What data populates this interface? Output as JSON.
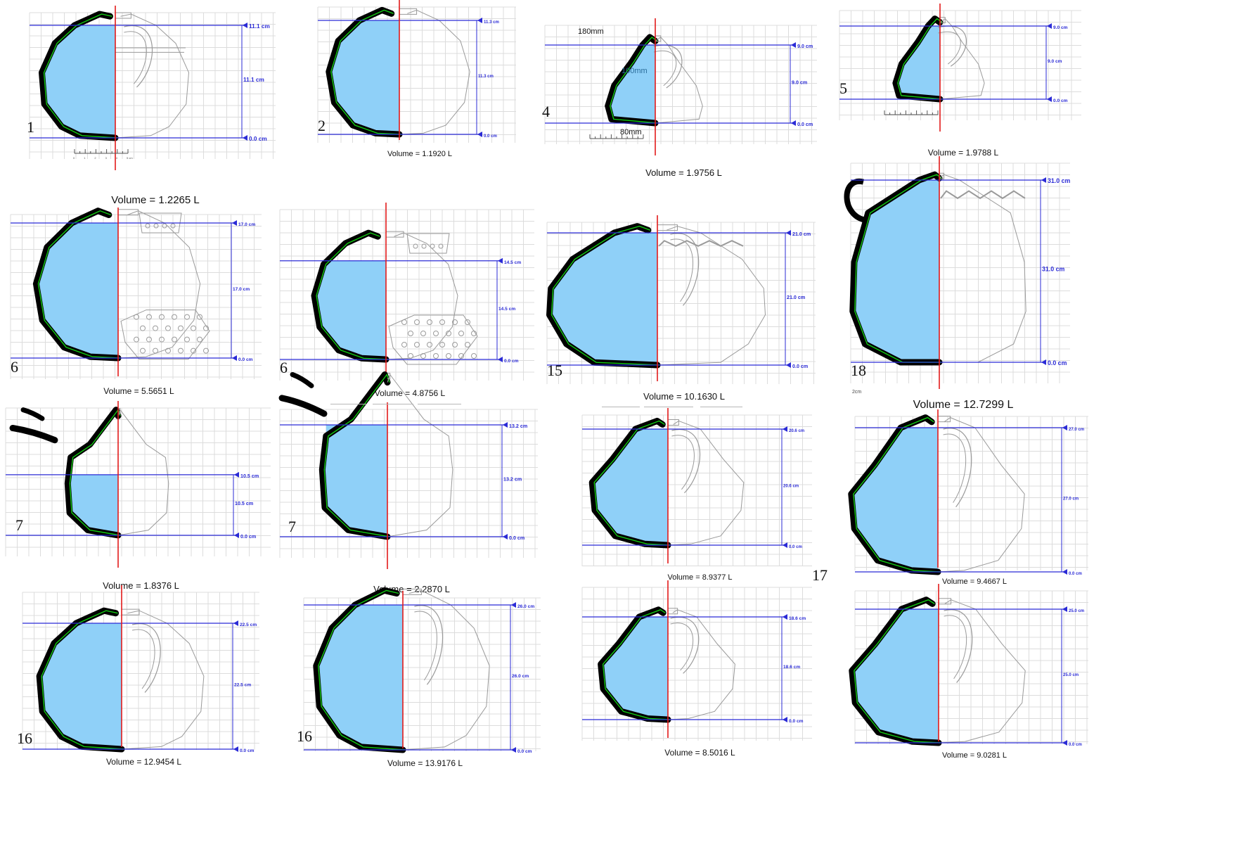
{
  "figure": {
    "loose_number": "17",
    "colors": {
      "fill": "#8fd0f8",
      "body": "#000000",
      "outline": "#12c912",
      "axis": "#e21a1a",
      "level": "#2b2bd6",
      "grid": "#dcdcdc",
      "sketch": "#9a9a9a"
    }
  },
  "panels": [
    {
      "id": "p1",
      "shape": "jug",
      "vol_text": "Volume = 1.2265 L",
      "num": "1",
      "labels": {
        "top": "11.1 cm",
        "mid": "11.1 cm",
        "bottom": "0.0 cm"
      },
      "fill_top": 0.0,
      "handle": "ear",
      "deco": "band",
      "scale": true,
      "scale_ticks": [
        "0",
        "1",
        "2",
        "3",
        "4",
        "5 cm"
      ]
    },
    {
      "id": "p2",
      "shape": "pot",
      "vol_text": "Volume = 1.1920 L",
      "num": "2",
      "labels": {
        "top": "11.3 cm",
        "mid": "11.3 cm",
        "bottom": "0.0 cm"
      },
      "fill_top": 0.0
    },
    {
      "id": "p4",
      "shape": "bowl",
      "vol_text": "Volume = 1.9756 L",
      "num": "4",
      "labels": {
        "top": "9.0 cm",
        "mid": "9.0 cm",
        "bottom": "0.0 cm"
      },
      "fill_top": 0.0,
      "handle": "ear",
      "deco": "dots",
      "scale": true,
      "annotations": [
        "180mm",
        "100mm",
        "80mm"
      ]
    },
    {
      "id": "p5",
      "shape": "bowl",
      "vol_text": "Volume = 1.9788 L",
      "num": "5",
      "labels": {
        "top": "9.0 cm",
        "mid": "9.0 cm",
        "bottom": "0.0 cm"
      },
      "fill_top": 0.0,
      "handle": "ear",
      "scale": true
    },
    {
      "id": "p6a",
      "shape": "pot",
      "vol_text": "Volume = 5.5651 L",
      "num": "6",
      "labels": {
        "top": "17.0 cm",
        "mid": "17.0 cm",
        "bottom": "0.0 cm"
      },
      "fill_top": 0.0,
      "deco": "pierced"
    },
    {
      "id": "p6b",
      "shape": "pot",
      "vol_text": "Volume = 4.8756 L",
      "num": "6",
      "labels": {
        "top": "14.5 cm",
        "mid": "14.5 cm",
        "bottom": "0.0 cm"
      },
      "fill_top": 0.15,
      "deco": "pierced"
    },
    {
      "id": "p15",
      "shape": "cup",
      "vol_text": "Volume = 10.1630 L",
      "num": "15",
      "labels": {
        "top": "21.0 cm",
        "mid": "21.0 cm",
        "bottom": "0.0 cm"
      },
      "fill_top": 0.0,
      "handle": "ear",
      "deco": "zigzag"
    },
    {
      "id": "p18",
      "shape": "flagon",
      "vol_text": "Volume = 12.7299 L",
      "num": "18",
      "labels": {
        "top": "31.0 cm",
        "mid": "31.0 cm",
        "bottom": "0.0 cm"
      },
      "fill_top": 0.0,
      "handle": "loop",
      "deco": "zigzag",
      "sublabel": "2cm"
    },
    {
      "id": "p7a",
      "shape": "spout",
      "vol_text": "Volume = 1.8376 L",
      "num": "7",
      "labels": {
        "top": "10.5 cm",
        "mid": "10.5 cm",
        "bottom": "0.0 cm"
      },
      "fill_top": 0.3
    },
    {
      "id": "p7b",
      "shape": "spout",
      "vol_text": "Volume = 2.2870 L",
      "num": "7",
      "labels": {
        "top": "13.2 cm",
        "mid": "13.2 cm",
        "bottom": "0.0 cm"
      },
      "fill_top": 0.0
    },
    {
      "id": "p17a",
      "shape": "jar",
      "vol_text": "Volume = 8.9377 L",
      "num": "",
      "labels": {
        "top": "20.6 cm",
        "mid": "20.6 cm",
        "bottom": "0.0 cm"
      },
      "fill_top": 0.0,
      "handle": "ear",
      "noBase": true
    },
    {
      "id": "p17b",
      "shape": "jar",
      "vol_text": "Volume = 9.4667 L",
      "num": "",
      "labels": {
        "top": "27.0 cm",
        "mid": "27.0 cm",
        "bottom": "0.0 cm"
      },
      "fill_top": 0.0,
      "handle": "ear"
    },
    {
      "id": "p16a",
      "shape": "jug",
      "vol_text": "Volume = 12.9454 L",
      "num": "16",
      "labels": {
        "top": "22.5 cm",
        "mid": "22.5 cm",
        "bottom": "0.0 cm"
      },
      "fill_top": 0.0,
      "handle": "ear"
    },
    {
      "id": "p16b",
      "shape": "jug",
      "vol_text": "Volume = 13.9176 L",
      "num": "16",
      "labels": {
        "top": "26.0 cm",
        "mid": "26.0 cm",
        "bottom": "0.0 cm"
      },
      "fill_top": 0.0,
      "handle": "ear"
    },
    {
      "id": "p17c",
      "shape": "jar",
      "vol_text": "Volume = 8.5016 L",
      "num": "",
      "labels": {
        "top": "18.6 cm",
        "mid": "18.6 cm",
        "bottom": "0.0 cm"
      },
      "fill_top": 0.0,
      "handle": "ear",
      "noBase": true
    },
    {
      "id": "p17d",
      "shape": "jar",
      "vol_text": "Volume = 9.0281 L",
      "num": "",
      "labels": {
        "top": "25.0 cm",
        "mid": "25.0 cm",
        "bottom": "0.0 cm"
      },
      "fill_top": 0.0,
      "handle": "ear"
    }
  ]
}
